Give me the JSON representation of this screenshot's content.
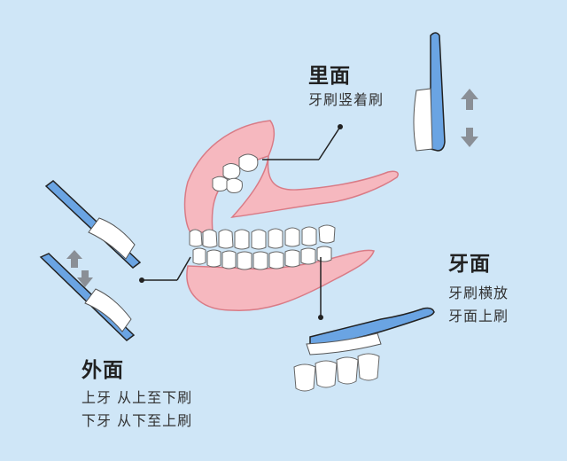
{
  "colors": {
    "background": "#cfe6f7",
    "gum": "#f6b8bf",
    "gum_outline": "#d97b86",
    "tooth": "#ffffff",
    "brush": "#6aa4e3",
    "arrow": "#8a8f96"
  },
  "labels": {
    "inner": {
      "title": "里面",
      "line1": "牙刷竖着刷"
    },
    "chewing": {
      "title": "牙面",
      "line1": "牙刷横放",
      "line2": "牙面上刷"
    },
    "outer": {
      "title": "外面",
      "line1": "上牙 从上至下刷",
      "line2": "下牙 从下至上刷"
    }
  },
  "icons": [
    "toothbrush-icon",
    "arrow-up-icon",
    "arrow-down-icon",
    "dentures-icon"
  ]
}
